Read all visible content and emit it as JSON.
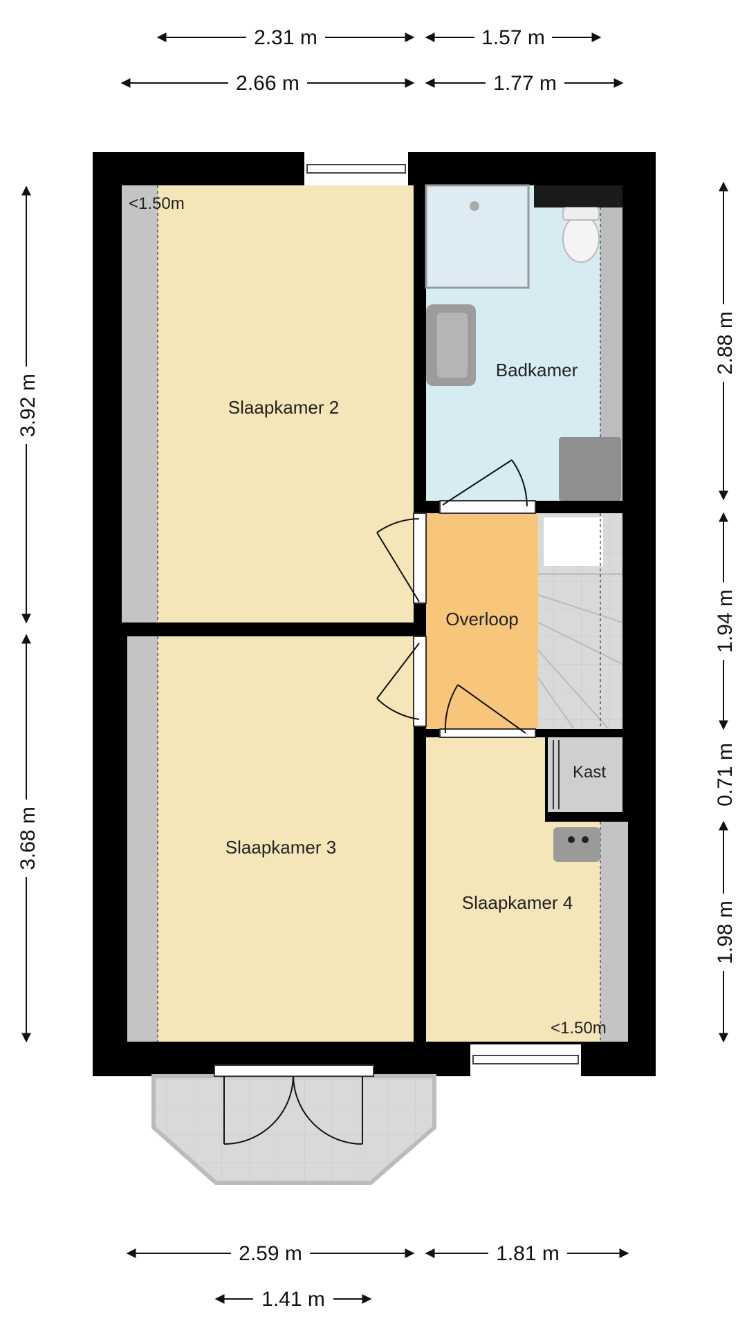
{
  "dimensions": {
    "top_row1": [
      "2.31 m",
      "1.57 m"
    ],
    "top_row2": [
      "2.66 m",
      "1.77 m"
    ],
    "left": [
      "3.92 m",
      "3.68 m"
    ],
    "right": [
      "2.88 m",
      "1.94 m",
      "0.71 m",
      "1.98 m"
    ],
    "bottom_row1": [
      "2.59 m",
      "1.81 m"
    ],
    "bottom_row2": [
      "1.41 m"
    ]
  },
  "rooms": {
    "slaapkamer2": "Slaapkamer 2",
    "slaapkamer3": "Slaapkamer 3",
    "slaapkamer4": "Slaapkamer 4",
    "badkamer": "Badkamer",
    "overloop": "Overloop",
    "kast": "Kast"
  },
  "notes": {
    "low_ceiling_top": "<1.50m",
    "low_ceiling_bottom": "<1.50m"
  },
  "colors": {
    "bedroom": "#f4e6b8",
    "bathroom": "#d6ebf2",
    "landing": "#f8c67a",
    "slope": "#c4c4c4",
    "wall": "#000000"
  }
}
